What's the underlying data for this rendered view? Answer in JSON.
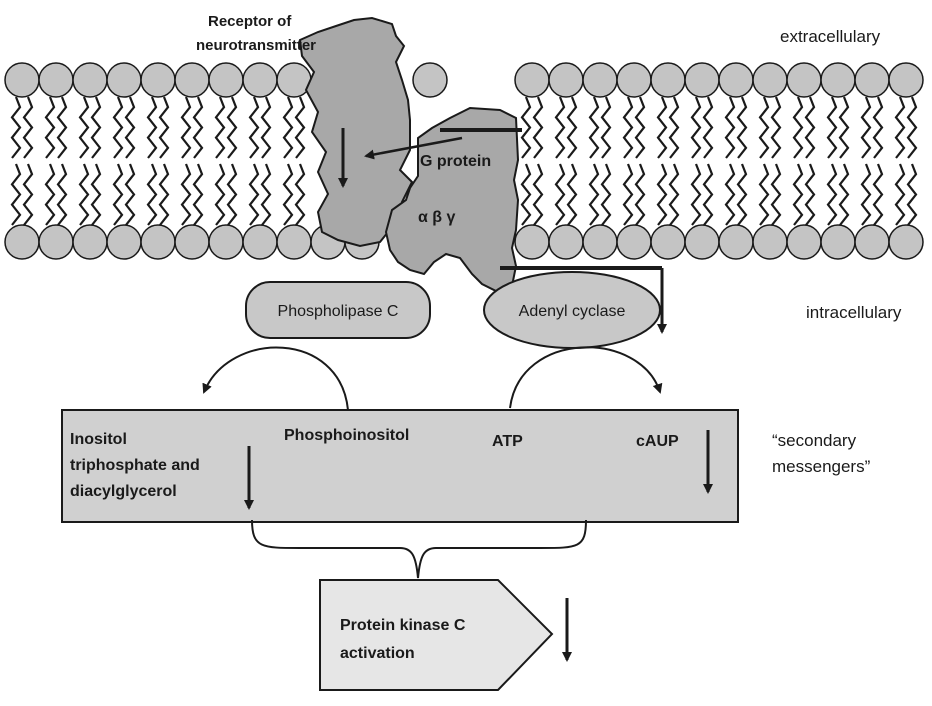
{
  "labels": {
    "receptor_line1": "Receptor of",
    "receptor_line2": "neurotransmitter",
    "g_protein": "G protein",
    "subunits": "α  β  γ",
    "extracellular": "extracellulary",
    "intracellular": "intracellulary",
    "phospholipase": "Phospholipase C",
    "adenyl": "Adenyl cyclase",
    "inositol_line1": "Inositol",
    "inositol_line2": "triphosphate and",
    "inositol_line3": "diacylglycerol",
    "phosphoinositol": "Phosphoinositol",
    "atp": "ATP",
    "camp": "cAUP",
    "secondary_line1": "“secondary",
    "secondary_line2": "messengers”",
    "pkc_line1": "Protein kinase C",
    "pkc_line2": "activation"
  },
  "colors": {
    "protein_fill": "#a8a8a8",
    "lipid_head": "#c4c4c4",
    "box_fill": "#d0d0d0",
    "pkc_fill": "#e6e6e6",
    "stroke": "#1a1a1a"
  }
}
